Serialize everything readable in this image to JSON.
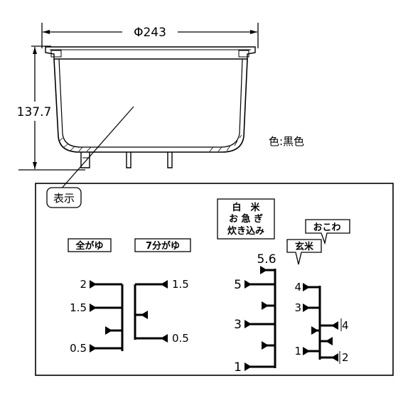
{
  "dimensions": {
    "diameter": "Φ243",
    "height": "137.7"
  },
  "color_note": "色:黒色",
  "callout": "表示",
  "scales": {
    "zengayu": {
      "label": "全がゆ",
      "marks": [
        "2",
        "1.5",
        "0.5"
      ]
    },
    "nanabu": {
      "label": "7分がゆ",
      "marks": [
        "1.5",
        "0.5"
      ]
    },
    "hakumai": {
      "label_lines": [
        "白　米",
        "お 急 ぎ",
        "炊き込み"
      ],
      "marks": [
        "5.6",
        "5",
        "3",
        "1"
      ]
    },
    "okowa": {
      "label": "おこわ",
      "marks": [
        "4",
        "2"
      ]
    },
    "genmai": {
      "label": "玄米",
      "marks": [
        "4",
        "3",
        "1"
      ]
    }
  }
}
